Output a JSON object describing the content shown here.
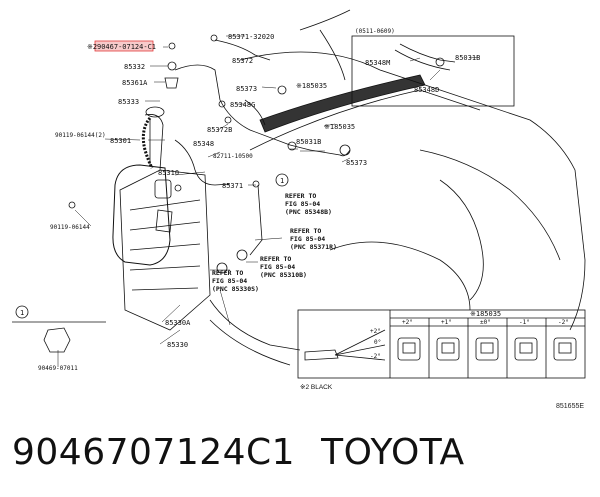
{
  "highlight_part": "90467-07124-C1",
  "note_mark": "※2",
  "labels": {
    "p85371_32020": "85371-32020",
    "p85372": "85372",
    "p85332": "85332",
    "p85361a": "85361A",
    "p85333": "85333",
    "p85373_a": "85373",
    "p85348g": "85348G",
    "p85372b": "85372B",
    "p85348": "85348",
    "p90119_06144_2": "90119-06144(2)",
    "p85301": "85301",
    "p82711": "82711-10500",
    "p85031b_a": "85031B",
    "p85373_b": "85373",
    "p85310": "85310",
    "p85371": "85371",
    "p90119_06144": "90119-06144",
    "p185035_a": "※185035",
    "p185035_b": "※185035",
    "p85330a": "85330A",
    "p85330": "85330",
    "p90469_07011": "90469-07011",
    "inset_date": "(0511-0609)",
    "p85348m": "85348M",
    "p85031b_b": "85031B",
    "p85348d": "85348D",
    "circle_1a": "1",
    "circle_1b": "1"
  },
  "refs": {
    "r1_a": "REFER TO",
    "r1_b": "FIG 85-04",
    "r1_c": "(PNC 85348B)",
    "r2_a": "REFER TO",
    "r2_b": "FIG 85-04",
    "r2_c": "(PNC 85371R)",
    "r3_a": "REFER TO",
    "r3_b": "FIG 85-04",
    "r3_c": "(PNC 85310B)",
    "r4_a": "REFER TO",
    "r4_b": "FIG 85-04",
    "r4_c": "(PNC 85330S)"
  },
  "nozzle_table": {
    "title": "※185035",
    "angles": [
      "+2°",
      "+1°",
      "±0°",
      "-1°",
      "-2°"
    ],
    "angle_marks": [
      "+2°",
      "0°",
      "-2°"
    ],
    "note": "※2 BLACK"
  },
  "figure_code": "851655E",
  "caption": {
    "part_number": "9046707124C1",
    "brand": "TOYOTA"
  },
  "colors": {
    "line": "#111111",
    "highlight_border": "#e23b3b",
    "highlight_fill": "#f7caca"
  }
}
